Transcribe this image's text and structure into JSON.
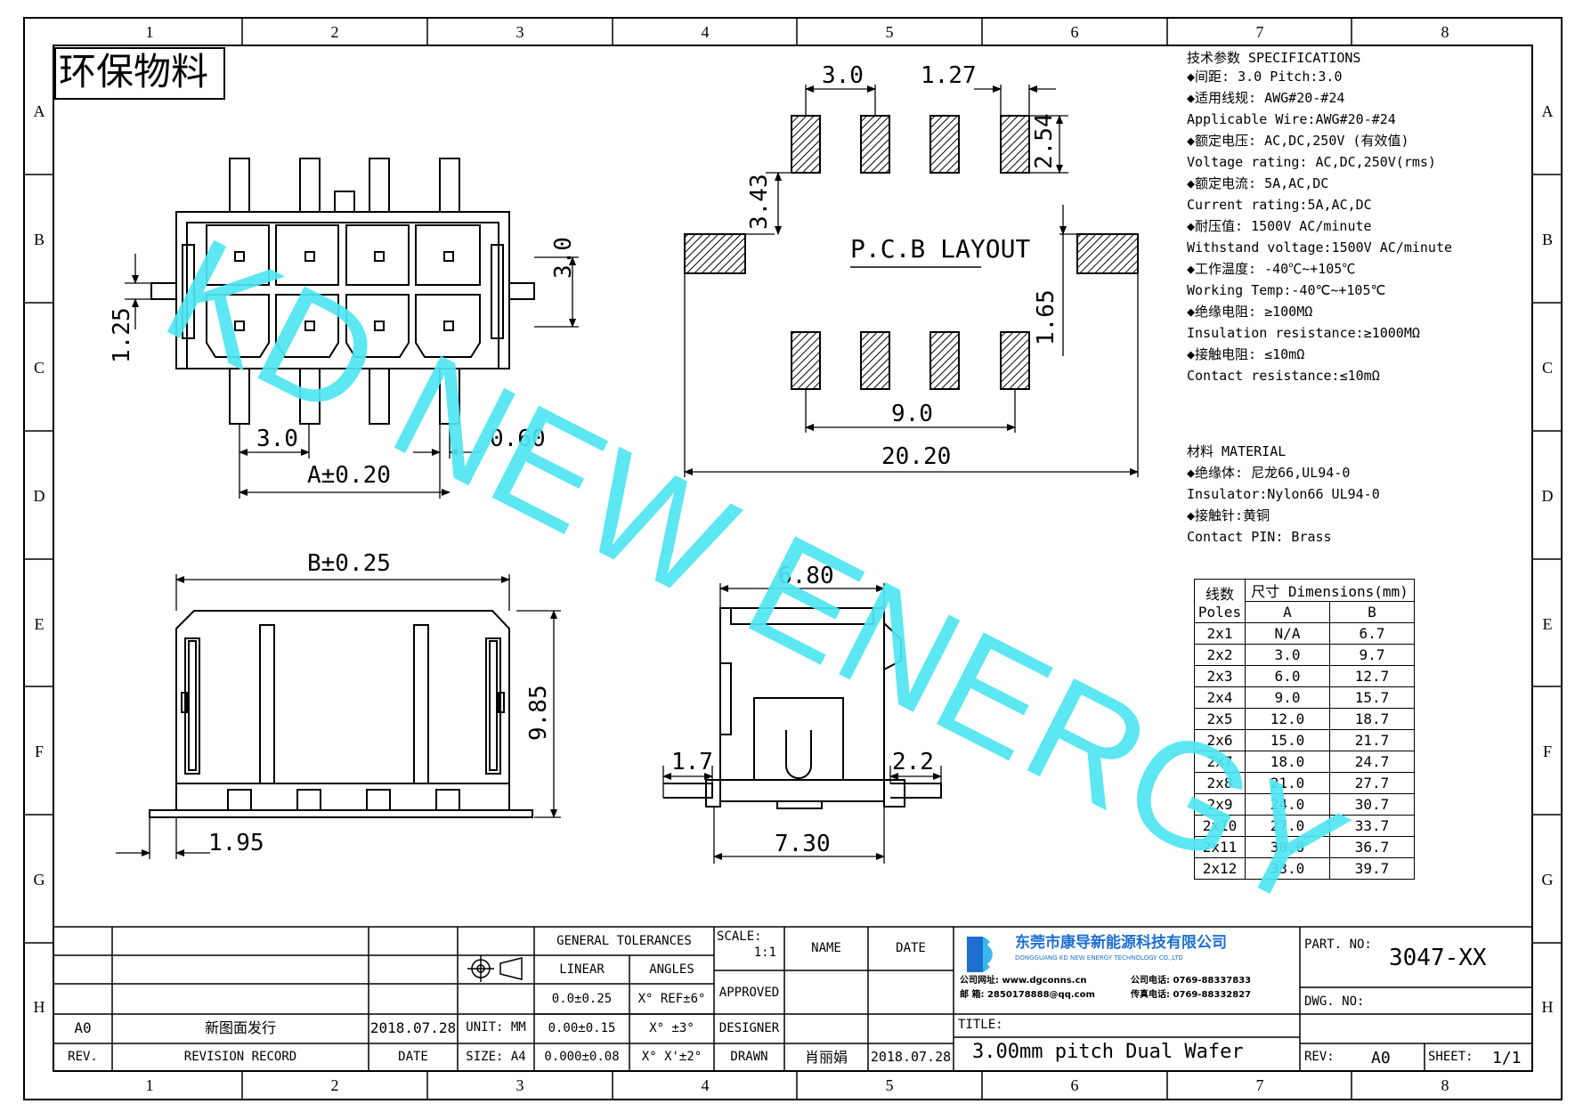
{
  "zones": {
    "columns": [
      "1",
      "2",
      "3",
      "4",
      "5",
      "6",
      "7",
      "8"
    ],
    "rows": [
      "A",
      "B",
      "C",
      "D",
      "E",
      "F",
      "G",
      "H"
    ]
  },
  "stamp": "环保物料",
  "watermark": "KD NEW ENERGY",
  "pcb_layout_label": "P.C.B LAYOUT",
  "dimensions": {
    "top_view": {
      "pitch": "3.0",
      "row_pitch": "3.0",
      "offset": "1.25",
      "pin_width": "0.60",
      "a": "A±0.20"
    },
    "pcb": {
      "pitch": "3.0",
      "pad_width": "1.27",
      "pad_length": "2.54",
      "row_gap": "3.43",
      "tab_gap": "1.65",
      "span": "9.0",
      "overall": "20.20"
    },
    "front_view": {
      "b": "B±0.25",
      "height": "9.85",
      "foot": "1.95"
    },
    "side_view": {
      "top": "6.80",
      "left": "1.7",
      "right": "2.2",
      "bottom": "7.30"
    }
  },
  "specifications": {
    "heading": "技术参数  SPECIFICATIONS",
    "lines": [
      "◆间距: 3.0     Pitch:3.0",
      "◆适用线规: AWG#20-#24",
      "  Applicable Wire:AWG#20-#24",
      "◆额定电压: AC,DC,250V (有效值)",
      "  Voltage rating: AC,DC,250V(rms)",
      "◆额定电流: 5A,AC,DC",
      "  Current rating:5A,AC,DC",
      "◆耐压值: 1500V AC/minute",
      "   Withstand voltage:1500V AC/minute",
      "◆工作温度: -40℃~+105℃",
      "  Working Temp:-40℃~+105℃",
      "◆绝缘电阻: ≥100MΩ",
      "  Insulation resistance:≥1000MΩ",
      "◆接触电阻: ≤10mΩ",
      "  Contact resistance:≤10mΩ"
    ]
  },
  "material": {
    "heading": "材料  MATERIAL",
    "lines": [
      "◆绝缘体: 尼龙66,UL94-0",
      "   Insulator:Nylon66 UL94-0",
      "◆接触针:黄铜",
      "  Contact PIN:  Brass"
    ]
  },
  "dim_table": {
    "poles_cn": "线数",
    "poles_en": "Poles",
    "dims_header": "尺寸 Dimensions(mm)",
    "col_a": "A",
    "col_b": "B",
    "rows": [
      [
        "2x1",
        "N/A",
        "6.7"
      ],
      [
        "2x2",
        "3.0",
        "9.7"
      ],
      [
        "2x3",
        "6.0",
        "12.7"
      ],
      [
        "2x4",
        "9.0",
        "15.7"
      ],
      [
        "2x5",
        "12.0",
        "18.7"
      ],
      [
        "2x6",
        "15.0",
        "21.7"
      ],
      [
        "2x7",
        "18.0",
        "24.7"
      ],
      [
        "2x8",
        "21.0",
        "27.7"
      ],
      [
        "2x9",
        "24.0",
        "30.7"
      ],
      [
        "2x10",
        "27.0",
        "33.7"
      ],
      [
        "2x11",
        "30.0",
        "36.7"
      ],
      [
        "2x12",
        "33.0",
        "39.7"
      ]
    ]
  },
  "title_block": {
    "revision_code": "A0",
    "revision_record": "新图面发行",
    "revision_date": "2018.07.28",
    "rev_label": "REV.",
    "revision_record_label": "REVISION RECORD",
    "date_label": "DATE",
    "unit": "UNIT: MM",
    "size": "SIZE: A4",
    "general_tolerances": "GENERAL TOLERANCES",
    "linear": "LINEAR",
    "angles": "ANGLES",
    "tol_linear": [
      "0.0±0.25",
      "0.00±0.15",
      "0.000±0.08"
    ],
    "tol_angles": [
      "X° REF±6°",
      "X° ±3°",
      "X° X'±2°"
    ],
    "scale_label": "SCALE:",
    "scale_value": "1:1",
    "approved": "APPROVED",
    "designer": "DESIGNER",
    "drawn": "DRAWN",
    "name_label": "NAME",
    "date_col_label": "DATE",
    "drawn_name": "肖丽娟",
    "drawn_date": "2018.07.28",
    "company_cn": "东莞市康导新能源科技有限公司",
    "company_en": "DONGGUANG KD NEW ENERGY TECHNOLOGY CO.,LTD",
    "company_web": "公司网址: www.dgconns.cn",
    "company_tel": "公司电话: 0769-88337833",
    "company_mail": "邮    箱: 2850178888@qq.com",
    "company_fax": "传真电话: 0769-88332827",
    "title_label": "TITLE:",
    "title_value": "3.00mm pitch Dual Wafer",
    "part_no_label": "PART. NO:",
    "part_no_value": "3047-XX",
    "dwg_no_label": "DWG. NO:",
    "rev_box_label": "REV:",
    "rev_box_value": "A0",
    "sheet_label": "SHEET:",
    "sheet_value": "1/1"
  },
  "colors": {
    "watermark": "#4fe6f2",
    "line": "#000000",
    "logo": "#1e6fd0"
  }
}
